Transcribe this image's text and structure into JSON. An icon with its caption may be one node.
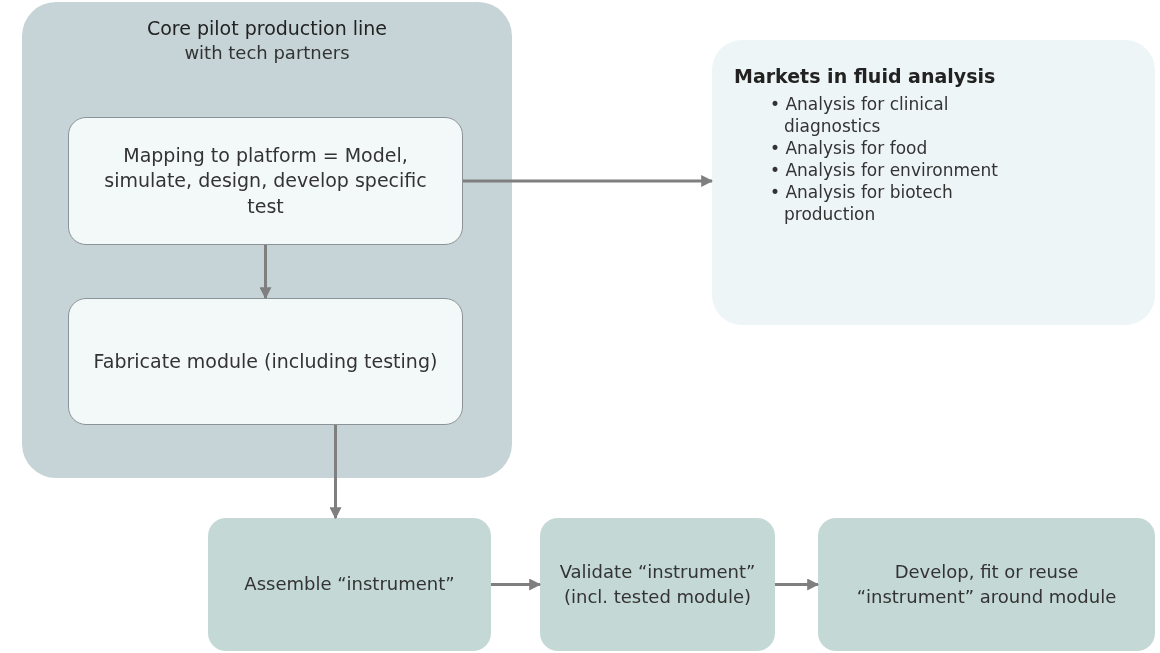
{
  "diagram": {
    "nodes": [
      {
        "text": [
          "Core pilot production line",
          "with tech partners"
        ]
      },
      {
        "text": [
          "Mapping to platform = Model, simulate, design, develop specific test"
        ],
        "in": 0
      },
      {
        "text": [
          "Fabricate module (including testing)"
        ],
        "in": 0
      },
      {
        "text": [
          "Markets in fluid analysis",
          "• Analysis for clinical diagnostics",
          "• Analysis for food",
          "• Analysis for environment",
          "• Analysis for biotech production"
        ]
      },
      {
        "text": [
          "Assemble “instrument”"
        ]
      },
      {
        "text": [
          "Validate “instrument” (incl. tested module)"
        ]
      },
      {
        "text": [
          "Develop, fit or reuse “instrument” around module"
        ]
      }
    ],
    "edges": [
      {
        "from": 1,
        "to": 3,
        "arrow": "to"
      },
      {
        "from": 1,
        "to": 2,
        "arrow": "to"
      },
      {
        "from": 2,
        "to": 4,
        "arrow": "to"
      },
      {
        "from": 4,
        "to": 5,
        "arrow": "to"
      },
      {
        "from": 5,
        "to": 6,
        "arrow": "to"
      }
    ]
  }
}
